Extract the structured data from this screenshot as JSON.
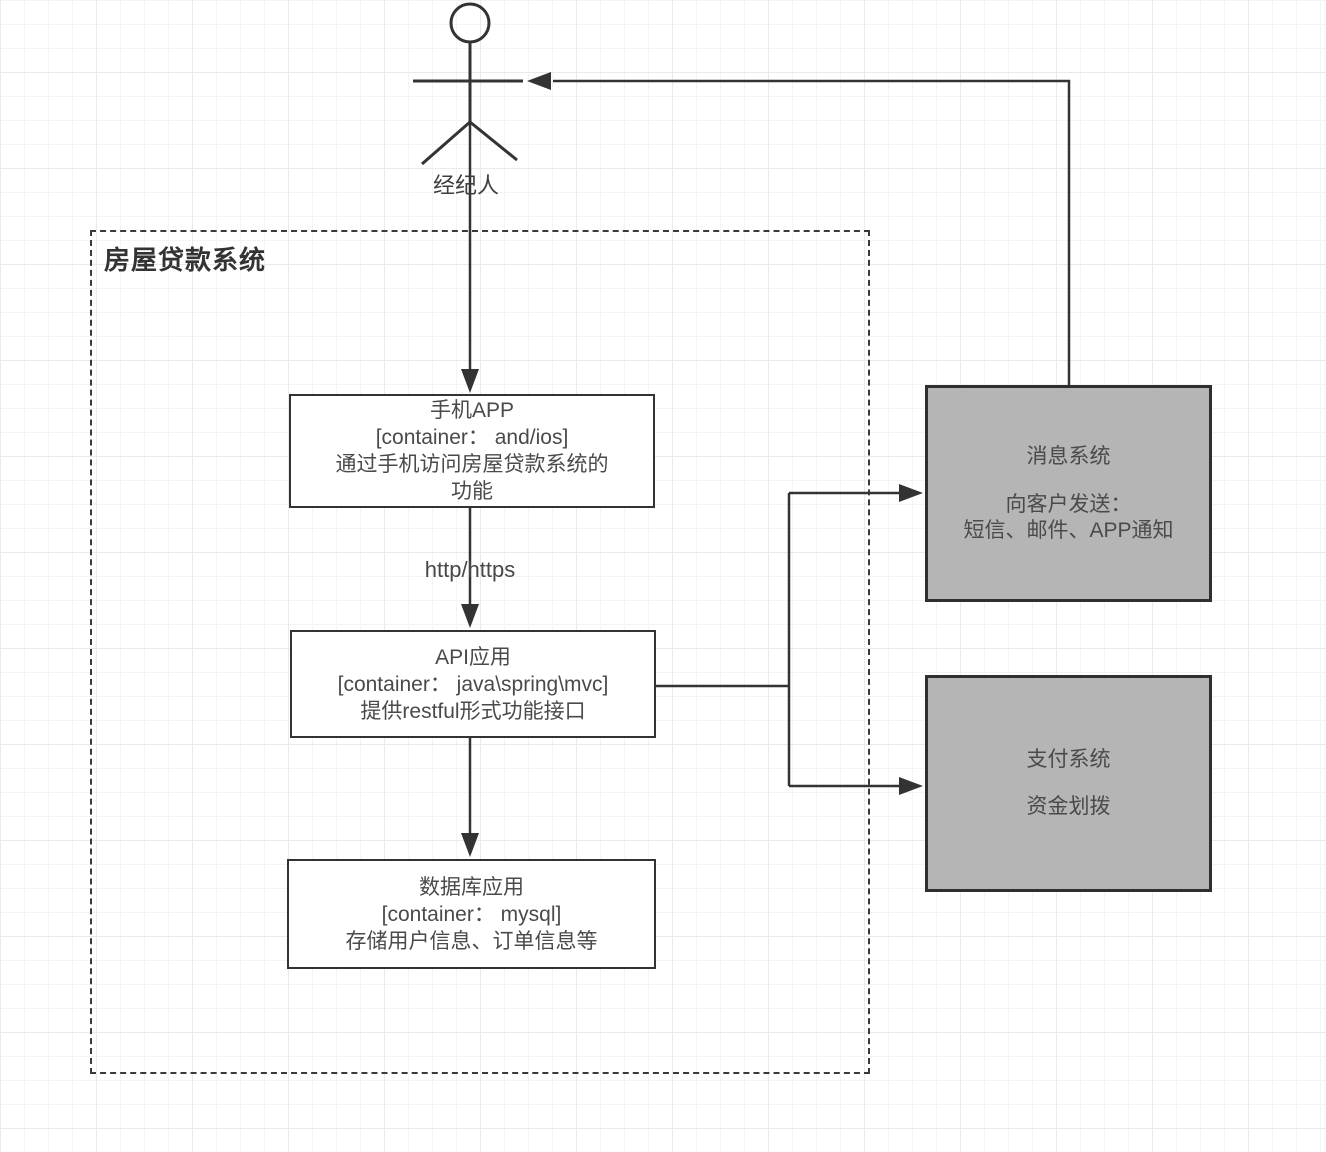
{
  "actor": {
    "label": "经纪人"
  },
  "boundary": {
    "title": "房屋贷款系统"
  },
  "nodes": {
    "phone_app": {
      "lines": [
        "手机APP",
        "[container： and/ios]",
        "通过手机访问房屋贷款系统的",
        "功能"
      ]
    },
    "api_app": {
      "lines": [
        "API应用",
        "[container： java\\spring\\mvc]",
        "提供restful形式功能接口"
      ]
    },
    "db_app": {
      "lines": [
        "数据库应用",
        "[container： mysql]",
        "存储用户信息、订单信息等"
      ]
    },
    "msg_system": {
      "title": "消息系统",
      "lines": [
        "向客户发送：",
        "短信、邮件、APP通知"
      ]
    },
    "pay_system": {
      "title": "支付系统",
      "lines": [
        "资金划拨"
      ]
    }
  },
  "edge_labels": {
    "http": "http/https"
  },
  "colors": {
    "stroke": "#333333",
    "text": "#4a4a4a",
    "gray_fill": "#b5b5b5",
    "white_fill": "#ffffff",
    "grid_minor": "#f4f4f4",
    "grid_major": "#eaeaea",
    "background": "#ffffff"
  }
}
